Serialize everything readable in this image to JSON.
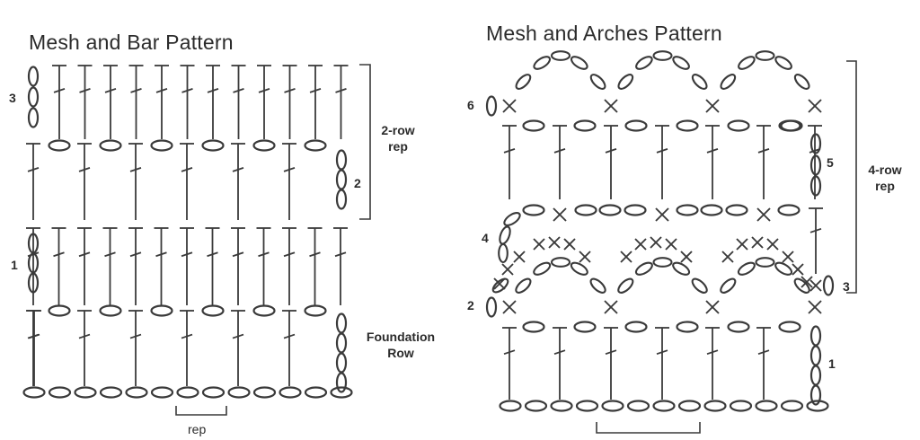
{
  "left": {
    "title": "Mesh and Bar Pattern",
    "row_labels": {
      "r3": "3",
      "r2": "2",
      "r1": "1"
    },
    "bracket_label": "2-row rep",
    "foundation_label": "Foundation Row",
    "rep_label": "rep"
  },
  "right": {
    "title": "Mesh and Arches Pattern",
    "row_labels": {
      "r6": "6",
      "r5": "5",
      "r4": "4",
      "r3": "3",
      "r2": "2",
      "r1": "1"
    },
    "bracket_label": "4-row rep"
  },
  "colors": {
    "ink": "#3a3a3a",
    "text": "#2b2b2b",
    "background": "#ffffff"
  },
  "symbols": [
    "chain-oval",
    "double-crochet",
    "single-crochet-x"
  ]
}
